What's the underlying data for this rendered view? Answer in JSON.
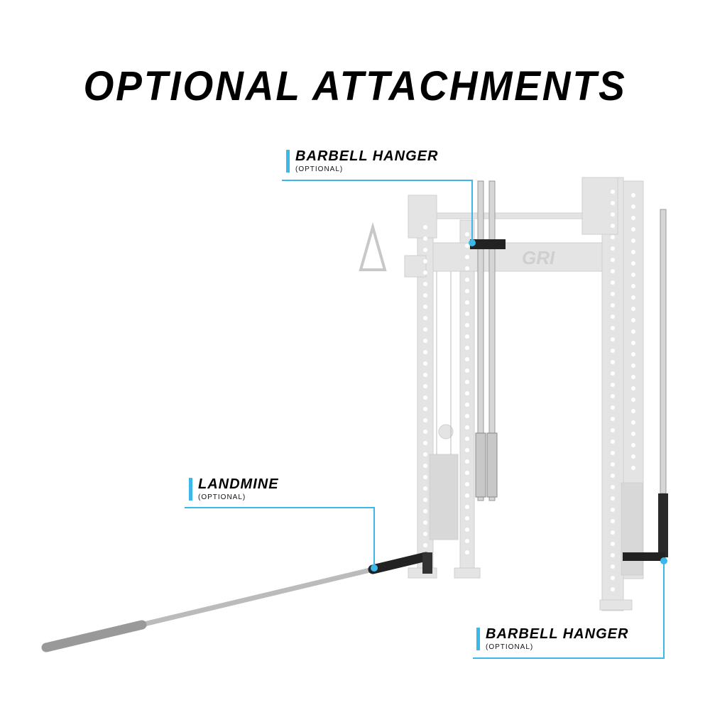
{
  "title": "OPTIONAL ATTACHMENTS",
  "accent_color": "#3bb8ea",
  "frame_logo": "GRI",
  "callouts": [
    {
      "name": "BARBELL HANGER",
      "sub": "(OPTIONAL)"
    },
    {
      "name": "LANDMINE",
      "sub": "(OPTIONAL)"
    },
    {
      "name": "BARBELL HANGER",
      "sub": "(OPTIONAL)"
    }
  ]
}
